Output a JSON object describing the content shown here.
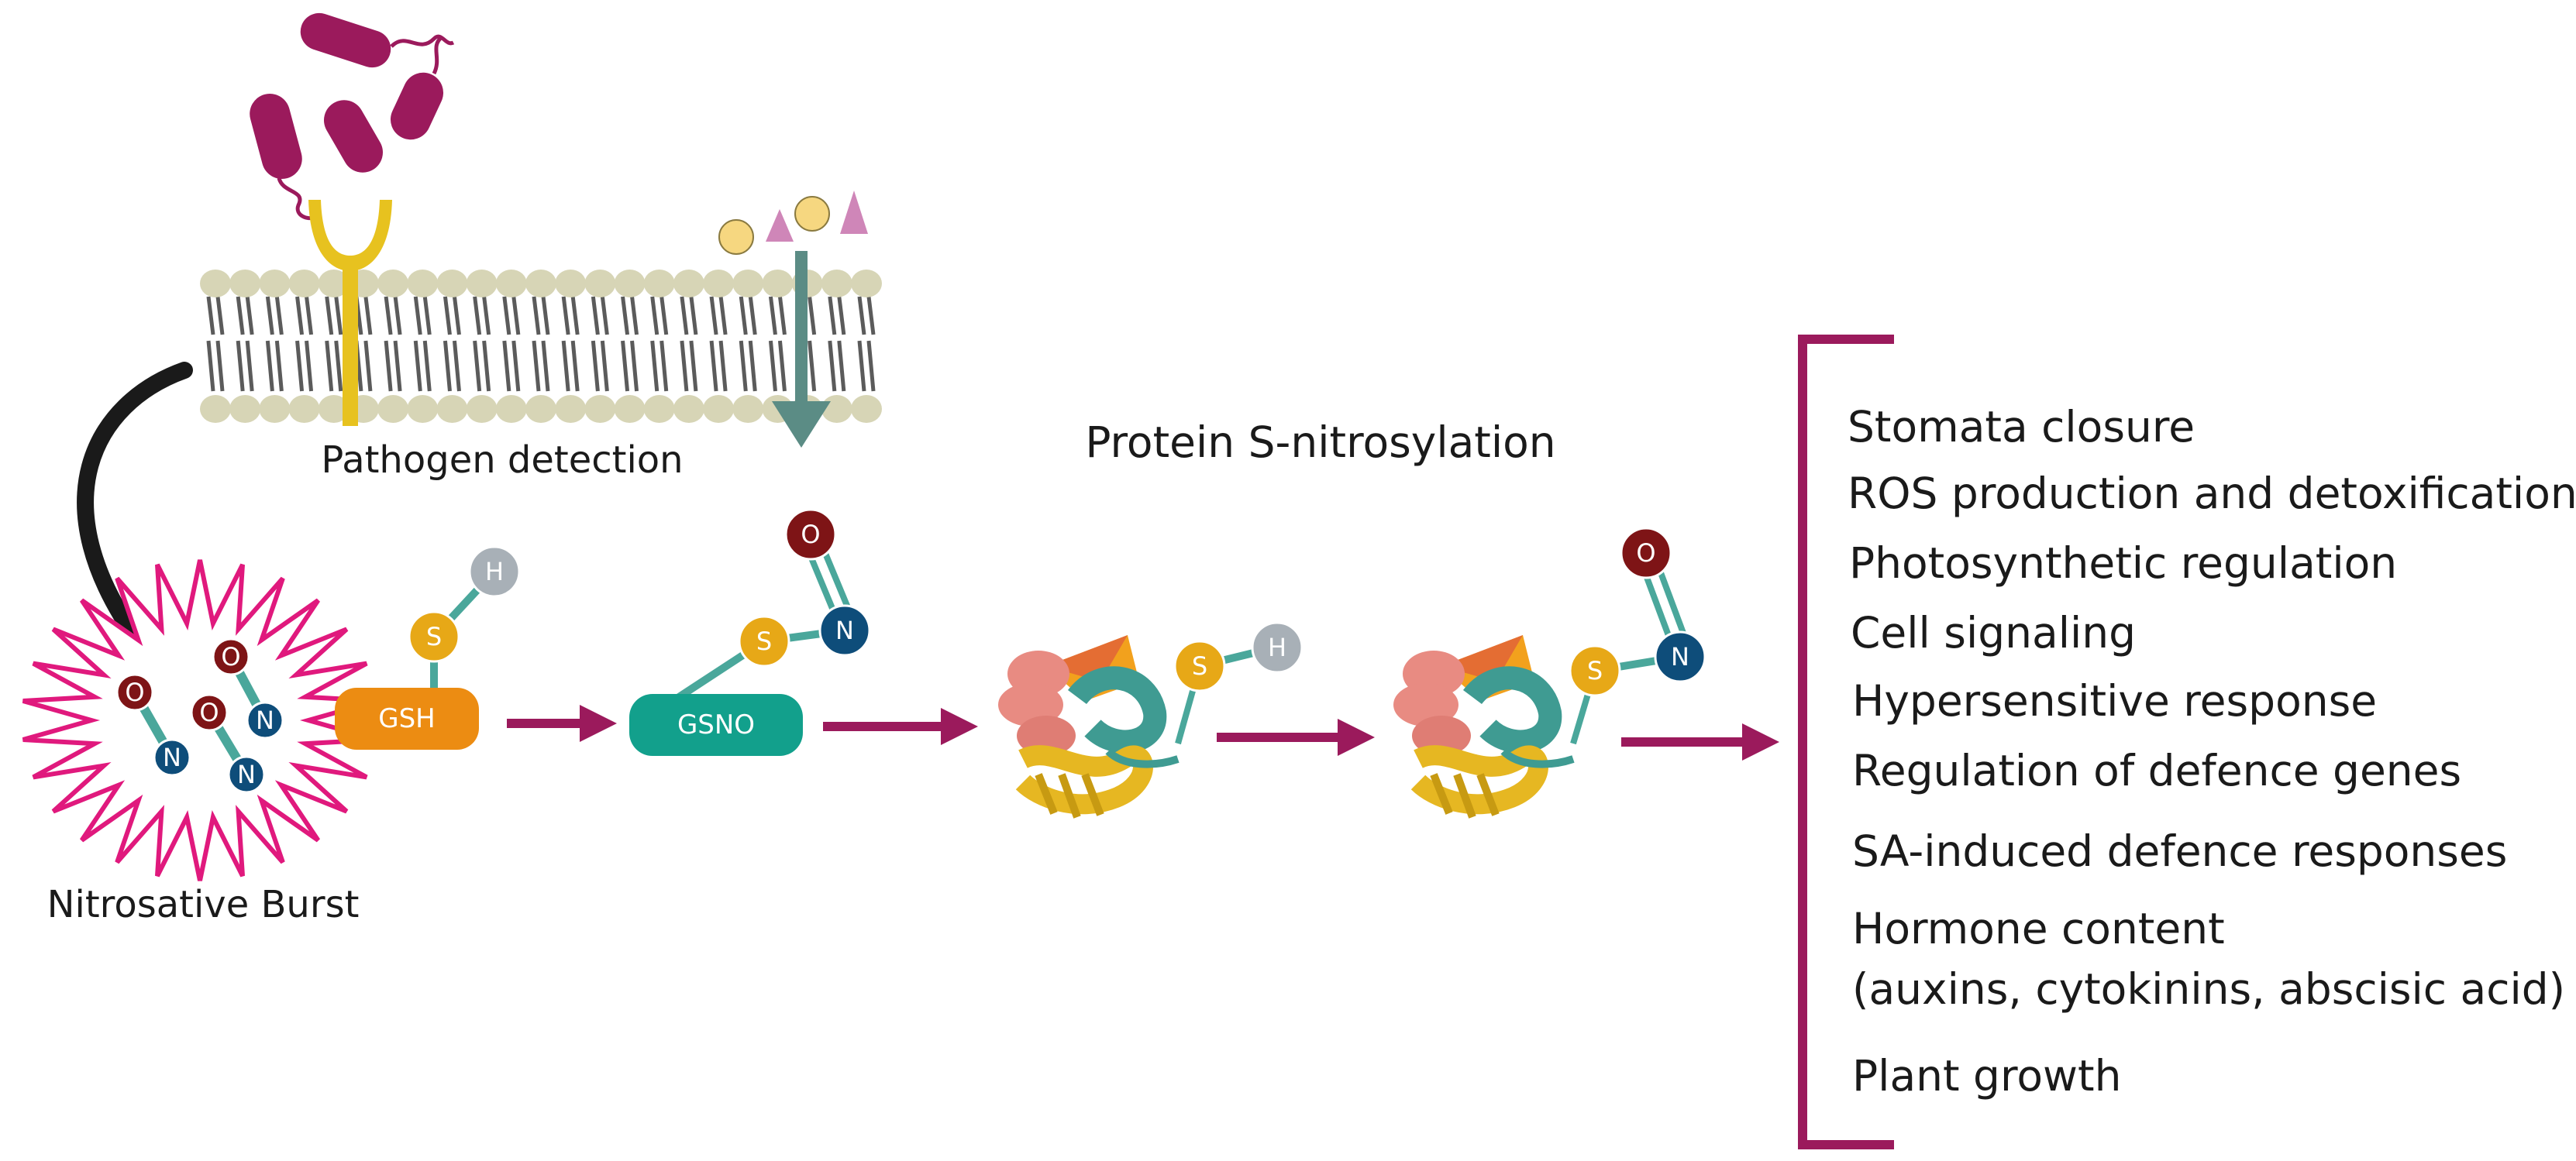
{
  "labels": {
    "pathogen_detection": "Pathogen detection",
    "nitrosative_burst": "Nitrosative Burst",
    "protein_s_nitrosylation": "Protein S-nitrosylation"
  },
  "molecules": {
    "gsh": "GSH",
    "gsno": "GSNO"
  },
  "atoms": {
    "oxygen": "O",
    "nitrogen": "N",
    "sulfur": "S",
    "hydrogen": "H"
  },
  "outcomes": [
    "Stomata closure",
    "ROS production and detoxification",
    "Photosynthetic regulation",
    "Cell signaling",
    "Hypersensitive response",
    "Regulation of defence genes",
    "SA-induced defence responses",
    "Hormone content",
    "(auxins, cytokinins, abscisic acid)",
    "Plant growth"
  ],
  "colors": {
    "accent_magenta": "#9b1a5c",
    "burst_pink": "#e0197d",
    "oxygen": "#7e1416",
    "nitrogen": "#0e4d7a",
    "sulfur": "#e7a817",
    "hydrogen": "#a8b0b7",
    "bond": "#4aa79b",
    "gsh": "#ec8c12",
    "gsno": "#12a08c",
    "membrane_head": "#d7d5b6",
    "membrane_tail": "#5b5b5b",
    "receptor": "#e7c21f",
    "channel_arrow": "#5b8c85",
    "ligand_circle": "#f6d780",
    "ligand_triangle": "#cf86b8"
  }
}
